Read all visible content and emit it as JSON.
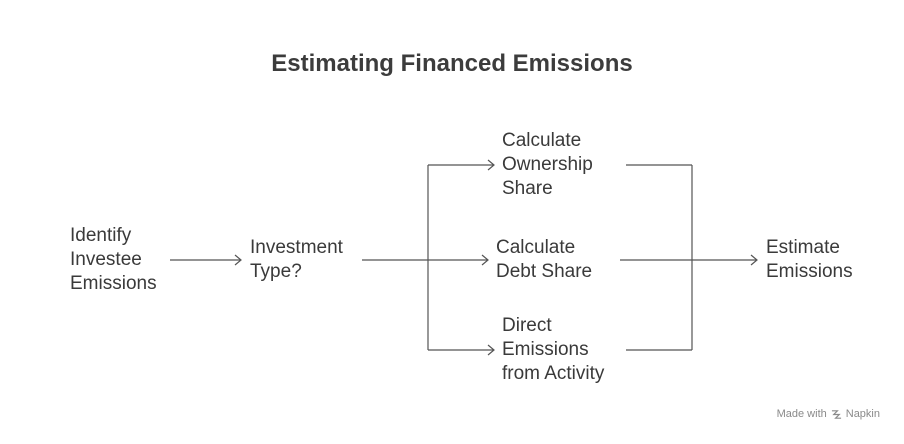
{
  "title": "Estimating Financed Emissions",
  "nodes": {
    "identify": [
      "Identify",
      "Investee",
      "Emissions"
    ],
    "investment_type": [
      "Investment",
      "Type?"
    ],
    "ownership": [
      "Calculate",
      "Ownership",
      "Share"
    ],
    "debt": [
      "Calculate",
      "Debt Share"
    ],
    "direct": [
      "Direct",
      "Emissions",
      "from Activity"
    ],
    "estimate": [
      "Estimate",
      "Emissions"
    ]
  },
  "footer": {
    "made_with": "Made with",
    "brand": "Napkin"
  },
  "colors": {
    "line": "#555555",
    "text": "#3a3a3a",
    "footer": "#8a8a8a"
  }
}
